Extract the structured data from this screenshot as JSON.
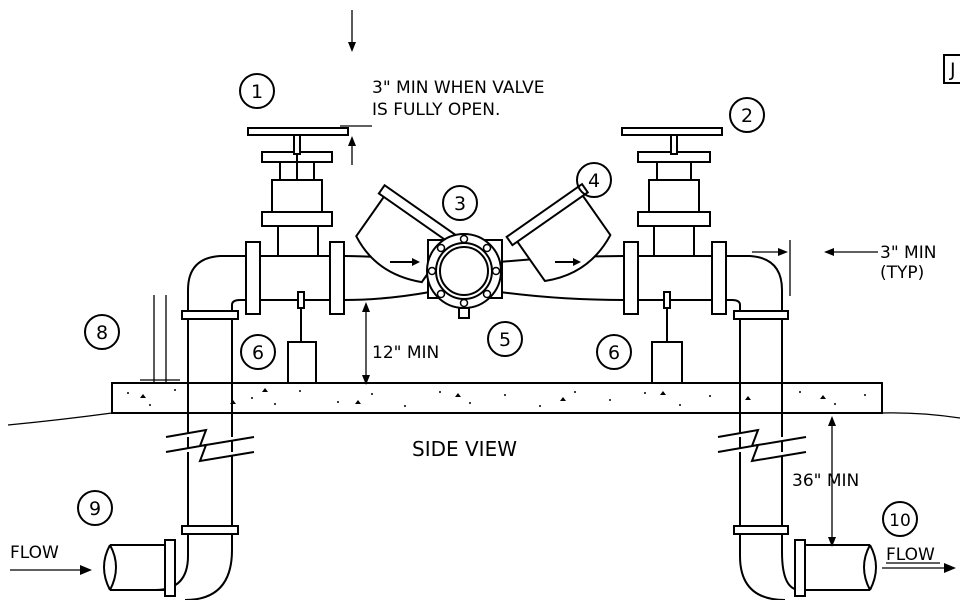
{
  "diagram": {
    "view_title": "SIDE VIEW",
    "notes": {
      "valve_clearance_line1": "3\" MIN WHEN VALVE",
      "valve_clearance_line2": "IS FULLY OPEN.",
      "pipe_clearance": "12\" MIN",
      "bury_depth": "36\" MIN",
      "side_clearance_line1": "3\" MIN",
      "side_clearance_line2": "(TYP)",
      "flow_in": "FLOW",
      "flow_out": "FLOW"
    },
    "callouts": [
      "1",
      "2",
      "3",
      "4",
      "5",
      "6",
      "6",
      "8",
      "9",
      "10"
    ],
    "corner_box": "J"
  }
}
